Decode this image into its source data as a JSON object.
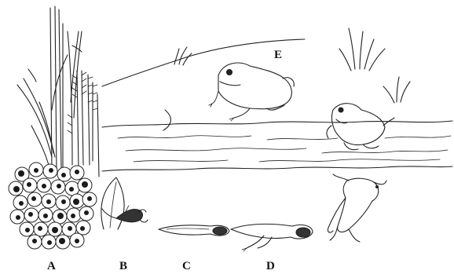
{
  "diagram": {
    "labels": {
      "a": "A",
      "b": "B",
      "c": "C",
      "d": "D",
      "e": "E"
    },
    "colors": {
      "ink": "#222222",
      "paper": "#ffffff",
      "egg_inner": "#1a1a1a"
    }
  }
}
